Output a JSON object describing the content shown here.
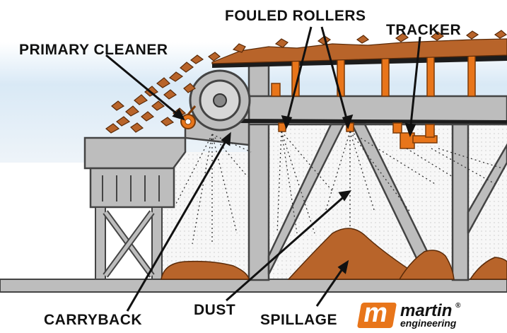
{
  "labels": {
    "fouled_rollers": "FOULED ROLLERS",
    "tracker": "TRACKER",
    "primary_cleaner": "PRIMARY CLEANER",
    "carryback": "CARRYBACK",
    "dust": "DUST",
    "spillage": "SPILLAGE"
  },
  "logo": {
    "mark": "m",
    "word1": "martin",
    "word2": "engineering",
    "registered": "®"
  },
  "colors": {
    "sky": "#cfe3f3",
    "structure": "#bdbdbd",
    "structure_dark": "#444444",
    "material": "#b8642a",
    "roller_orange": "#e8751a",
    "belt": "#1c1c1c",
    "logo_orange": "#e8751a"
  }
}
